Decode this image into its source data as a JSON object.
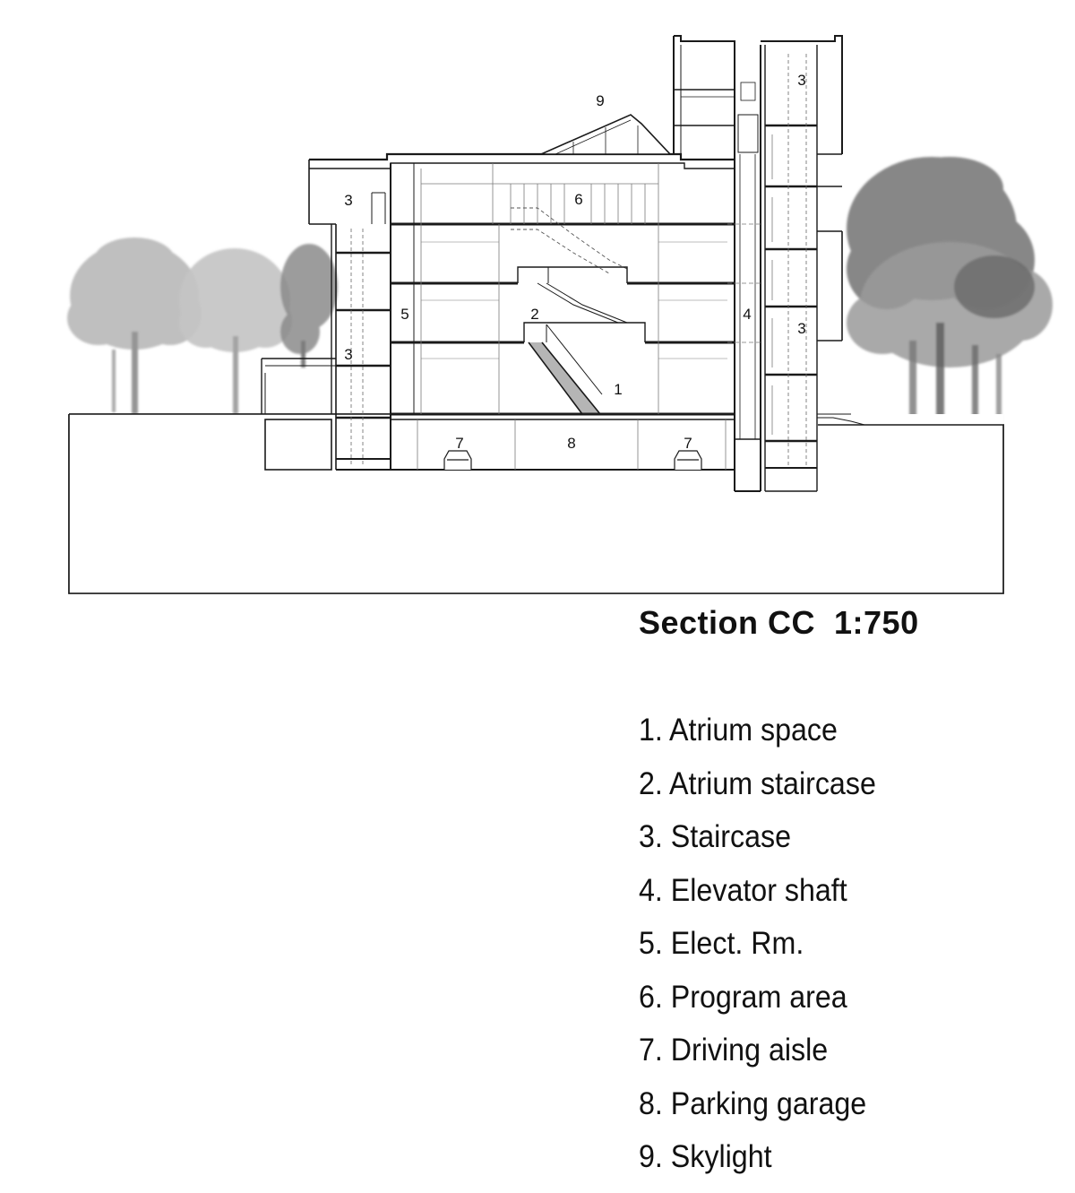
{
  "title": "Section CC  1:750",
  "markers": {
    "atrium": "1",
    "atrium_stair": "2",
    "stair": "3",
    "elevator": "4",
    "elect": "5",
    "program": "6",
    "aisle": "7",
    "garage": "8",
    "skylight": "9"
  },
  "legend": [
    "1. Atrium space",
    "2. Atrium staircase",
    "3. Staircase",
    "4. Elevator shaft",
    "5. Elect. Rm.",
    "6. Program area",
    "7. Driving aisle",
    "8. Parking garage",
    "9. Skylight"
  ],
  "colors": {
    "line": "#1a1a1a",
    "tree_dark": "#6f6f6f",
    "tree_light": "#b7b7b7",
    "thin": "#7a7a7a"
  }
}
